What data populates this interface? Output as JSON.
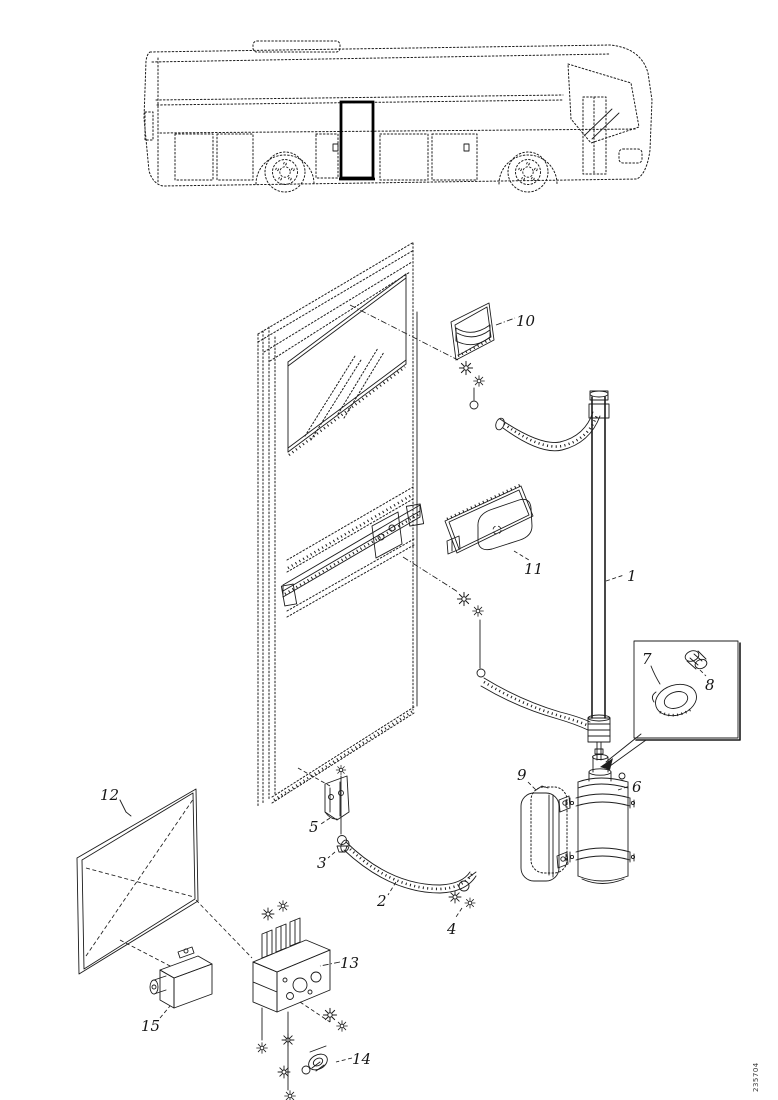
{
  "page": {
    "background_color": "#ffffff",
    "ink_color": "#1c1c1c"
  },
  "document": {
    "drawing_number": "235704"
  },
  "figure": {
    "kind": "exploded-parts-diagram",
    "subject": "Coach bus side view with highlighted door location and exploded view of the door operating mechanism",
    "callouts": [
      {
        "label": "1"
      },
      {
        "label": "2"
      },
      {
        "label": "3"
      },
      {
        "label": "4"
      },
      {
        "label": "5"
      },
      {
        "label": "6"
      },
      {
        "label": "7"
      },
      {
        "label": "8"
      },
      {
        "label": "9"
      },
      {
        "label": "10"
      },
      {
        "label": "11"
      },
      {
        "label": "12"
      },
      {
        "label": "13"
      },
      {
        "label": "14"
      },
      {
        "label": "15"
      }
    ]
  }
}
